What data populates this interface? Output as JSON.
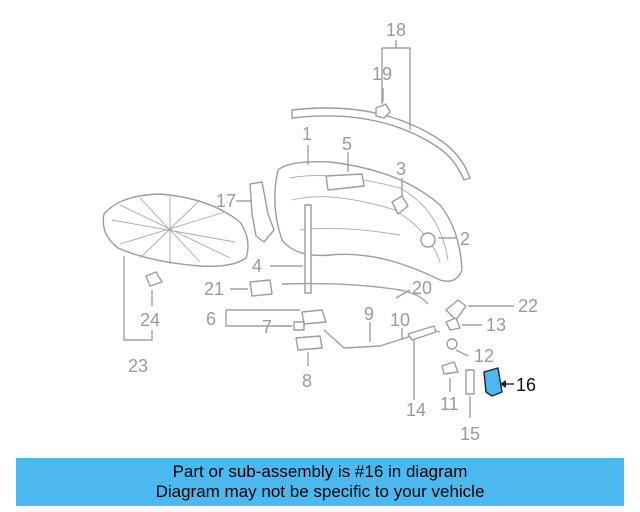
{
  "diagram": {
    "part_numbers": [
      "1",
      "2",
      "3",
      "4",
      "5",
      "6",
      "7",
      "8",
      "9",
      "10",
      "11",
      "12",
      "13",
      "14",
      "15",
      "16",
      "17",
      "18",
      "19",
      "20",
      "21",
      "22",
      "23",
      "24"
    ],
    "highlighted_part": "16",
    "colors": {
      "line": "#a0a0a0",
      "label": "#9a9a9a",
      "highlight_fill": "#4cb8f0",
      "highlight_label": "#111111"
    }
  },
  "caption": {
    "line1": "Part or sub-assembly is #16 in diagram",
    "line2": "Diagram may not be specific to your vehicle",
    "background": "#4cb8f0"
  }
}
